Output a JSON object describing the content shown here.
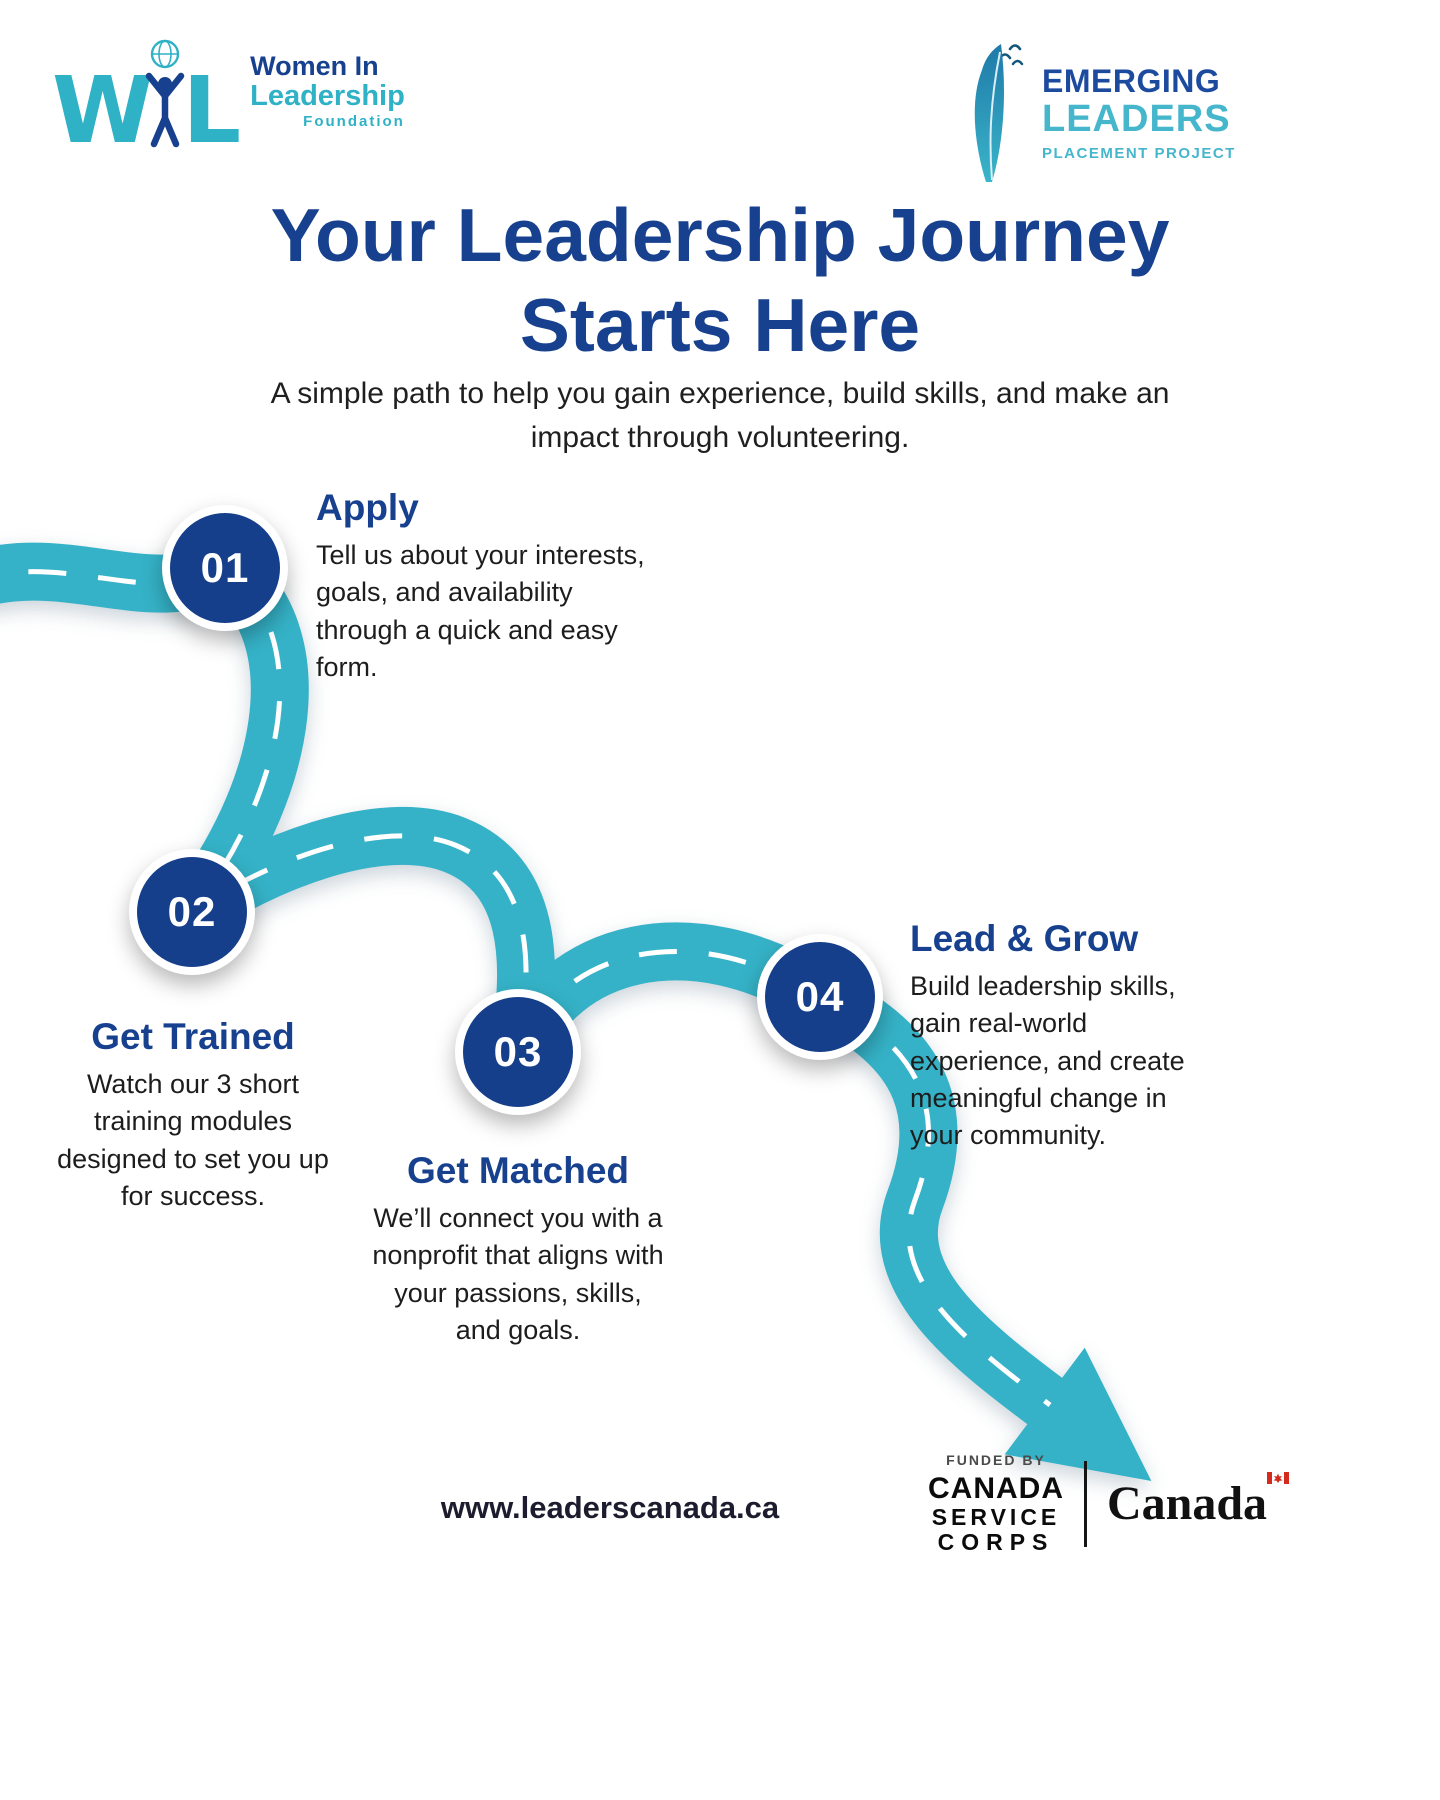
{
  "colors": {
    "navy": "#17418e",
    "circle_navy": "#153f8b",
    "road_teal": "#35b2c7",
    "teal_text": "#45b6cc",
    "body_text": "#1d1d1d",
    "black": "#111111",
    "flag_red": "#d52b1e"
  },
  "icons": {
    "wil_mark": "person-with-globe-between-W-and-L",
    "feather": "quill-feather-with-three-birds",
    "canada_flag": "canada-flag"
  },
  "header": {
    "wil": {
      "letter_w": "W",
      "letter_l": "L",
      "line1": "Women In",
      "line2": "Leadership",
      "line3": "Foundation"
    },
    "elpp": {
      "line1": "EMERGING",
      "line2": "LEADERS",
      "line3": "PLACEMENT PROJECT"
    }
  },
  "title": {
    "line1": "Your Leadership Journey",
    "line2": "Starts Here"
  },
  "subtitle": "A simple path to help you gain experience, build skills, and make an impact through volunteering.",
  "steps": [
    {
      "number": "01",
      "title": "Apply",
      "description": "Tell us about your interests, goals, and availability through a quick and easy form."
    },
    {
      "number": "02",
      "title": "Get Trained",
      "description": "Watch our 3 short training modules designed to set you up for success."
    },
    {
      "number": "03",
      "title": "Get Matched",
      "description": "We’ll connect you with a nonprofit that aligns with your passions, skills, and goals."
    },
    {
      "number": "04",
      "title": "Lead & Grow",
      "description": "Build leadership skills, gain real-world experience, and create meaningful change in your community."
    }
  ],
  "footer": {
    "website": "www.leaderscanada.ca",
    "funded_by": "FUNDED BY",
    "csc_line1": "CANADA",
    "csc_line2": "SERVICE",
    "csc_line3": "CORPS",
    "canada_wordmark": "Canada"
  }
}
